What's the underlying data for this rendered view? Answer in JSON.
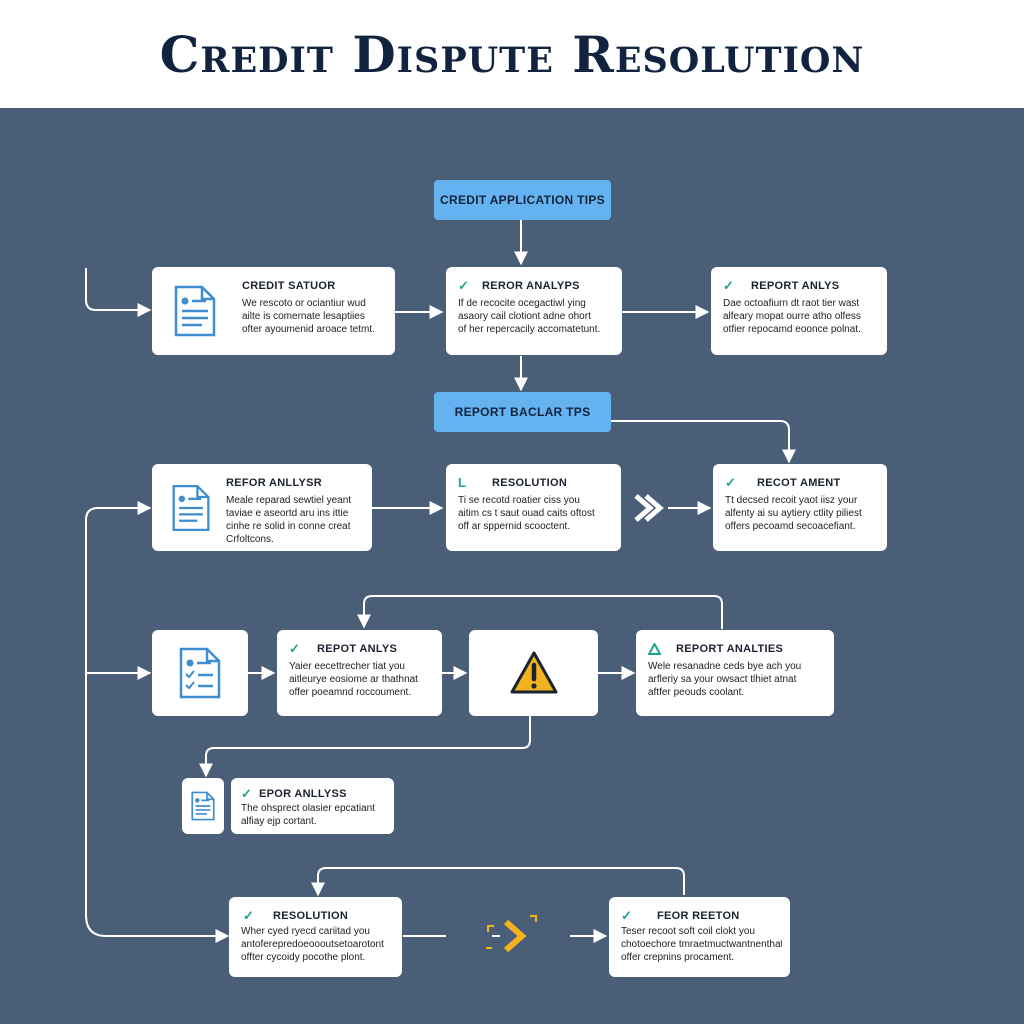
{
  "header": {
    "title": "Credit Dispute Resolution"
  },
  "colors": {
    "background": "#4a5e78",
    "header_background": "#ffffff",
    "title": "#11233f",
    "pill": "#64b3f0",
    "card": "#ffffff",
    "check": "#1aa58f",
    "warning": "#f2b31e",
    "doc_icon": "#3d8dd0"
  },
  "pills": {
    "top": "CREDIT APPLICATION TIPS",
    "middle": "REPORT BACLAR TPS"
  },
  "cards": {
    "r1c1": {
      "icon": "document-icon",
      "title": "CREDIT SATUOR",
      "lines": [
        "We rescoto or ociantiur wud",
        "ailte is comernate lesaptiies",
        "ofter ayoumenid aroace tetmt."
      ]
    },
    "r1c2": {
      "icon": "check-icon",
      "title": "REROR ANALYPS",
      "lines": [
        "If de recocite ocegactiwl ying",
        "asaory cail clotiont adne ohort",
        "of her repercacily accomatetunt."
      ]
    },
    "r1c3": {
      "icon": "check-icon",
      "title": "REPORT ANLYS",
      "lines": [
        "Dae octoafiurn dt raot tier wast",
        "alfeary mopat ourre atho olfess",
        "otfier repocamd eoonce polnat."
      ]
    },
    "r2c1": {
      "icon": "document-icon",
      "title": "REFOR ANLLYSR",
      "lines": [
        "Meale reparad sewtiel yeant",
        "taviae e aseortd aru ins ittie",
        "cinhe re solid in conne creat",
        "Crfoltcons."
      ]
    },
    "r2c2": {
      "icon": "bracket-icon",
      "title": "RESOLUTION",
      "lines": [
        "Ti se recotd roatier ciss you",
        "aitim cs t saut ouad caits oftost",
        "off ar sppernid scooctent."
      ]
    },
    "r2c3": {
      "icon": "check-icon",
      "title": "RECOT AMENT",
      "lines": [
        "Tt decsed recoit yaot iisz your",
        "alfenty ai su aytiery ctlity piliest",
        "offers pecoamd secoacefiant."
      ]
    },
    "r3c2": {
      "icon": "check-icon",
      "title": "REPOT ANLYS",
      "lines": [
        "Yaier eecettrecher tiat you",
        "aitleurye eosiome ar thathnat",
        "offer poeamnd roccoument."
      ]
    },
    "r3c4": {
      "icon": "triangle-icon",
      "title": "REPORT ANALTIES",
      "lines": [
        "Wele resanadne ceds bye ach you",
        "arfleriy sa your owsact tlhiet atnat",
        "aftfer peouds coolant."
      ]
    },
    "r4c2": {
      "icon": "check-icon",
      "title": "EPOR ANLLYSS",
      "lines": [
        "The ohsprect olasier epcatiant",
        "alfiay ejp cortant."
      ]
    },
    "r5c1": {
      "icon": "check-icon",
      "title": "RESOLUTION",
      "lines": [
        "Wher cyed ryecd cariitad you",
        "antoferepredoeoooutsetoarotont",
        "offter cycoidy pocothe plont."
      ]
    },
    "r5c3": {
      "icon": "check-icon",
      "title": "FEOR REETON",
      "lines": [
        "Teser recoot soft coil clokt you",
        "chotoechore tmraetmuctwantnenthat",
        "offer crepnins procament."
      ]
    }
  }
}
